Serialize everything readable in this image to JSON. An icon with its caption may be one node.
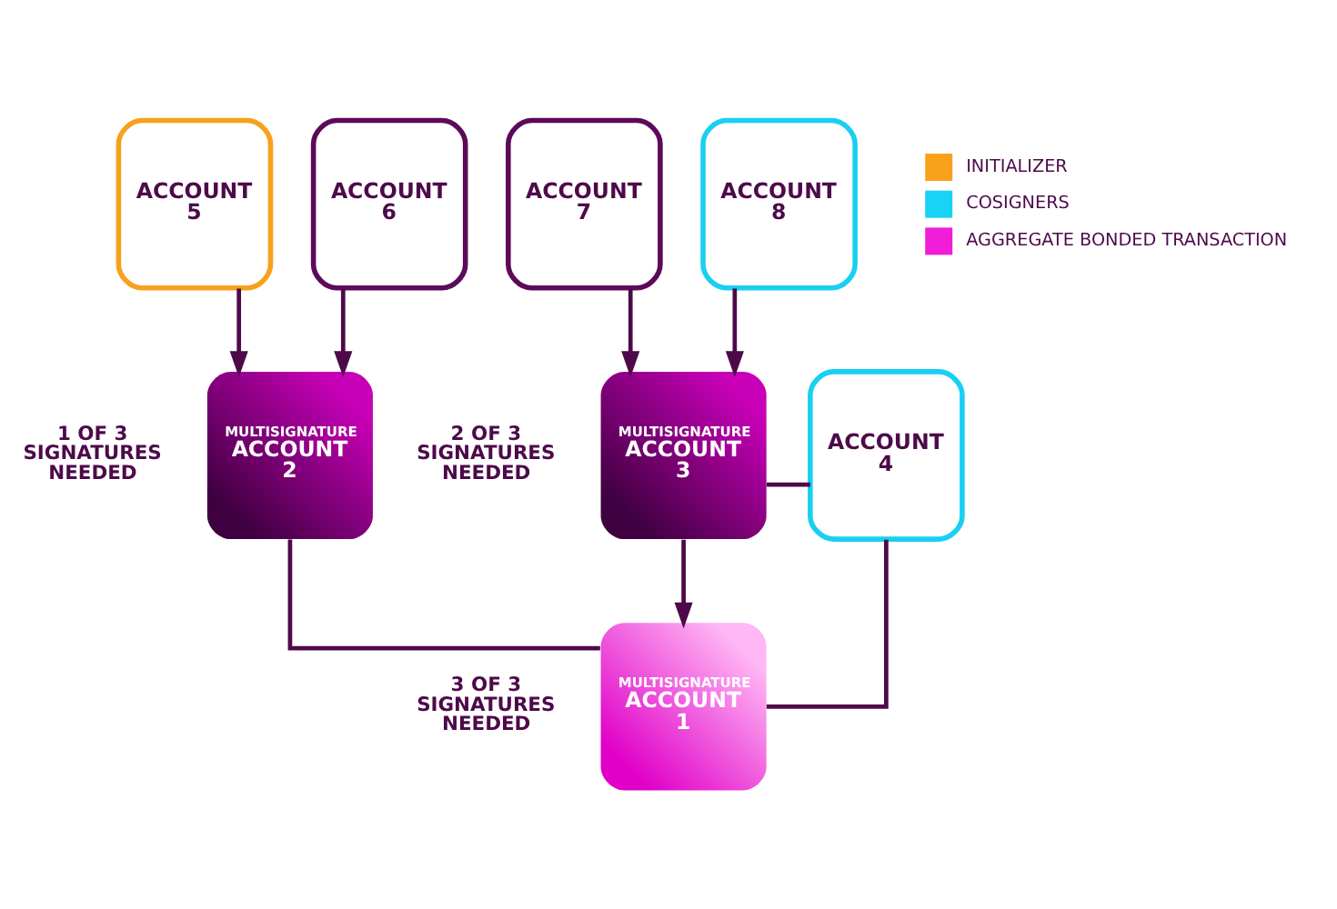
{
  "diagram": {
    "nodes": [
      {
        "text": [
          "ACCOUNT 5"
        ]
      },
      {
        "text": [
          "ACCOUNT 6"
        ]
      },
      {
        "text": [
          "ACCOUNT 7"
        ]
      },
      {
        "text": [
          "ACCOUNT 8"
        ]
      },
      {
        "text": [
          "MULTISIGNATURE",
          "ACCOUNT 2"
        ],
        "beside": [
          "1 OF 3 SIGNATURES NEEDED"
        ]
      },
      {
        "text": [
          "MULTISIGNATURE",
          "ACCOUNT 3"
        ],
        "beside": [
          "2 OF 3 SIGNATURES NEEDED"
        ]
      },
      {
        "text": [
          "ACCOUNT 4"
        ]
      },
      {
        "text": [
          "MULTISIGNATURE",
          "ACCOUNT 1"
        ],
        "beside": [
          "3 OF 3 SIGNATURES NEEDED"
        ]
      }
    ],
    "edges": [
      {
        "from": 0,
        "to": 4,
        "arrow": "to"
      },
      {
        "from": 1,
        "to": 4,
        "arrow": "to"
      },
      {
        "from": 2,
        "to": 5,
        "arrow": "to"
      },
      {
        "from": 3,
        "to": 5,
        "arrow": "to"
      },
      {
        "from": 5,
        "to": 6,
        "arrow": "none"
      },
      {
        "from": 5,
        "to": 7,
        "arrow": "to"
      },
      {
        "from": 4,
        "to": 7,
        "arrow": "none"
      },
      {
        "from": 6,
        "to": 7,
        "arrow": "none"
      }
    ],
    "legend": [
      {
        "text": "INITIALIZER",
        "color": "#f9a11b"
      },
      {
        "text": "COSIGNERS",
        "color": "#19d3f5"
      },
      {
        "text": "AGGREGATE BONDED TRANSACTION",
        "color": "#f01dd9"
      }
    ]
  }
}
